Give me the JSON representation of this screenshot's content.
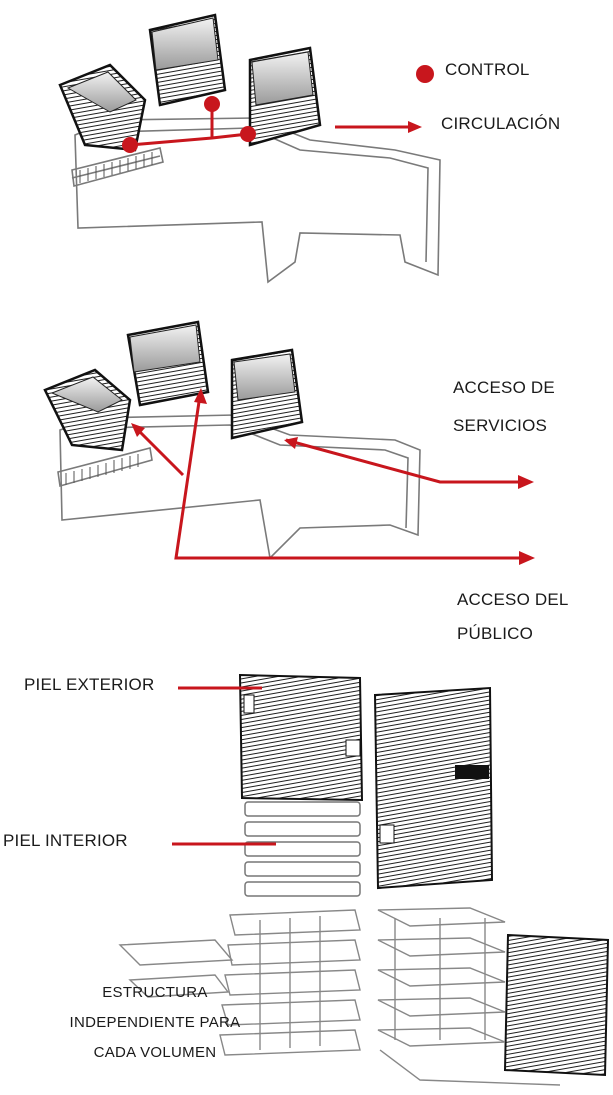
{
  "diagram1": {
    "legend_control": "CONTROL",
    "legend_circulation": "CIRCULACIÓN"
  },
  "diagram2": {
    "access_services_line1": "ACCESO DE",
    "access_services_line2": "SERVICIOS",
    "access_public_line1": "ACCESO DEL",
    "access_public_line2": "PÚBLICO"
  },
  "diagram3": {
    "outer_skin": "PIEL EXTERIOR",
    "inner_skin": "PIEL INTERIOR",
    "structure_line1": "ESTRUCTURA",
    "structure_line2": "INDEPENDIENTE PARA",
    "structure_line3": "CADA  VOLUMEN"
  },
  "colors": {
    "accent": "#c8161d",
    "ink": "#1a1a1a",
    "line": "#555555"
  }
}
